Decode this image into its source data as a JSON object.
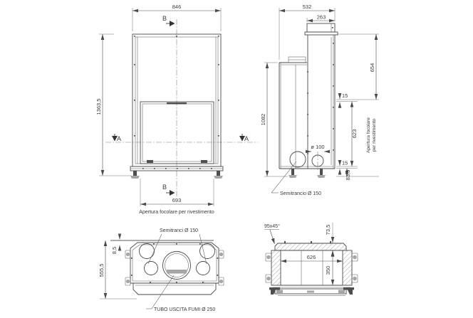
{
  "colors": {
    "background": "#ffffff",
    "line": "#4a4a4a",
    "gray": "#a6a6a6",
    "text": "#3b3b3b"
  },
  "front_view": {
    "dims": {
      "width_top": "846",
      "opening_width": "693",
      "height_total": "1363,5"
    },
    "labels": {
      "section_b_top": "B",
      "section_b_bottom": "B",
      "section_a_left": "A",
      "section_a_right": "A",
      "caption": "Apertura focolare per rivestimento"
    }
  },
  "side_view": {
    "dims": {
      "depth_total": "532",
      "flue_depth": "263",
      "height_body": "1082",
      "height_upper": "654",
      "gap_upper": "15",
      "opening_height": "623",
      "gap_lower": "15",
      "base_height": "83,5",
      "hole": "ø 100"
    },
    "labels": {
      "opening_note_line1": "Apertura focolare",
      "opening_note_line2": "per rivestimento",
      "knockout": "Semitrancio Ø 150"
    }
  },
  "top_view": {
    "dims": {
      "offset": "8,5",
      "depth": "555,5"
    },
    "labels": {
      "knockouts": "Semitranci Ø 150",
      "flue_outlet": "TUBO USCITA FUMI Ø 250"
    }
  },
  "section_view": {
    "dims": {
      "chamfer": "95x45°",
      "top": "73,5",
      "width": "626",
      "height": "350"
    }
  }
}
